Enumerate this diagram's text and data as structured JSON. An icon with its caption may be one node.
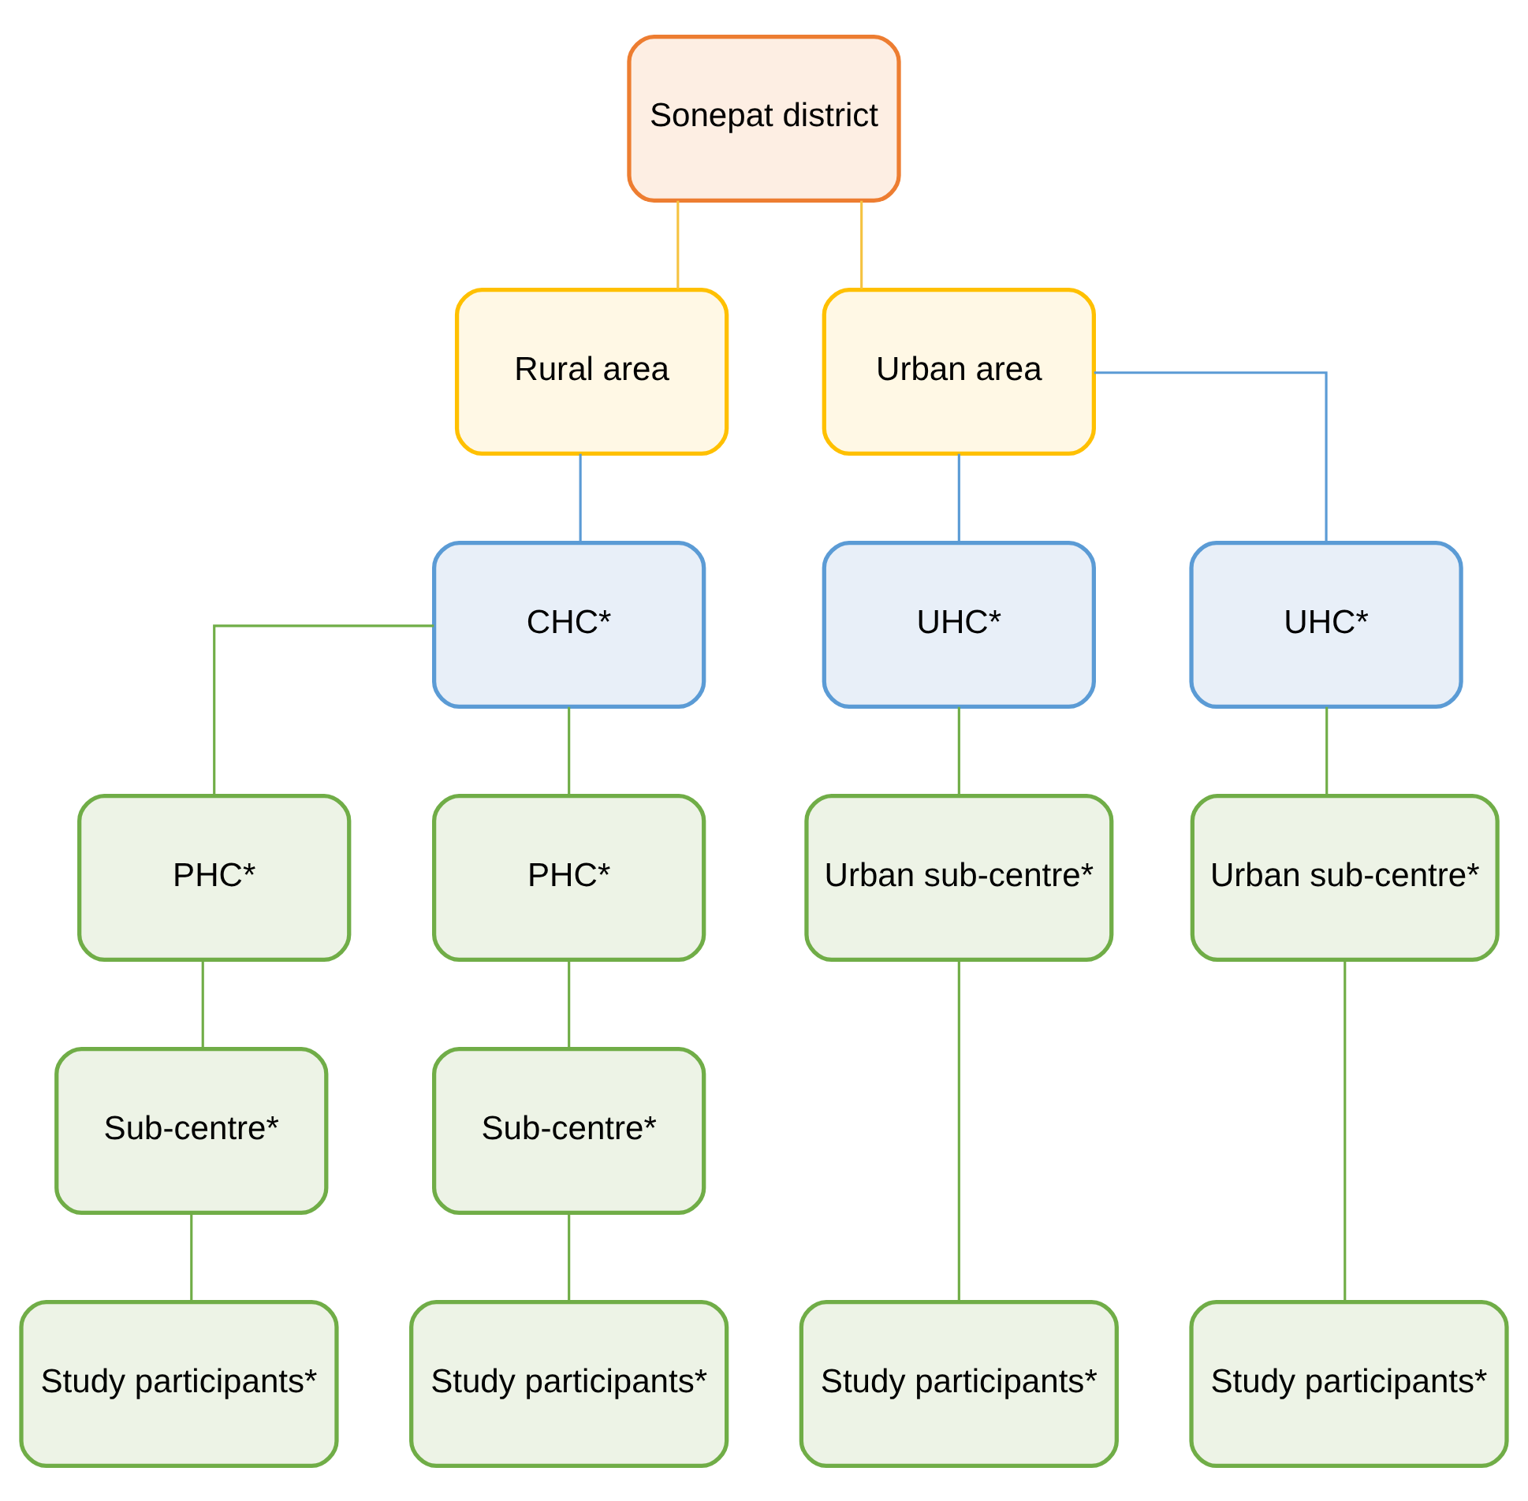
{
  "diagram": {
    "nodes": [
      {
        "text": [
          "Sonepat district"
        ]
      },
      {
        "text": [
          "Rural area"
        ]
      },
      {
        "text": [
          "Urban area"
        ]
      },
      {
        "text": [
          "CHC*"
        ]
      },
      {
        "text": [
          "UHC*"
        ]
      },
      {
        "text": [
          "UHC*"
        ]
      },
      {
        "text": [
          "PHC*"
        ]
      },
      {
        "text": [
          "PHC*"
        ]
      },
      {
        "text": [
          "Urban sub-centre*"
        ]
      },
      {
        "text": [
          "Urban sub-centre*"
        ]
      },
      {
        "text": [
          "Sub-centre*"
        ]
      },
      {
        "text": [
          "Sub-centre*"
        ]
      },
      {
        "text": [
          "Study participants*"
        ]
      },
      {
        "text": [
          "Study participants*"
        ]
      },
      {
        "text": [
          "Study participants*"
        ]
      },
      {
        "text": [
          "Study participants*"
        ]
      }
    ],
    "edges": [
      {
        "from": 0,
        "to": 1,
        "arrow": "none",
        "color": "#f5c342"
      },
      {
        "from": 0,
        "to": 2,
        "arrow": "none",
        "color": "#f5c342"
      },
      {
        "from": 1,
        "to": 3,
        "arrow": "none",
        "color": "#5b9bd5"
      },
      {
        "from": 2,
        "to": 4,
        "arrow": "none",
        "color": "#5b9bd5"
      },
      {
        "from": 2,
        "to": 5,
        "arrow": "none",
        "color": "#5b9bd5"
      },
      {
        "from": 3,
        "to": 6,
        "arrow": "none"
      },
      {
        "from": 3,
        "to": 7,
        "arrow": "none"
      },
      {
        "from": 4,
        "to": 8,
        "arrow": "none"
      },
      {
        "from": 5,
        "to": 9,
        "arrow": "none"
      },
      {
        "from": 6,
        "to": 10,
        "arrow": "none"
      },
      {
        "from": 7,
        "to": 11,
        "arrow": "none"
      },
      {
        "from": 10,
        "to": 12,
        "arrow": "none"
      },
      {
        "from": 11,
        "to": 13,
        "arrow": "none"
      },
      {
        "from": 8,
        "to": 14,
        "arrow": "none"
      },
      {
        "from": 9,
        "to": 15,
        "arrow": "none"
      }
    ]
  }
}
